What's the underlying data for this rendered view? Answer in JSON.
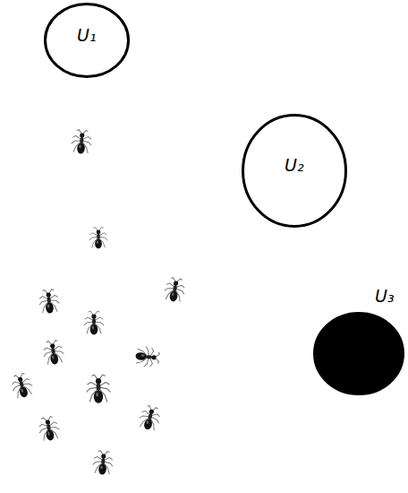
{
  "diagram": {
    "nodes": [
      {
        "text": [
          "U₁"
        ]
      },
      {
        "text": [
          "U₂"
        ]
      },
      {
        "text": [
          "U₃"
        ]
      }
    ]
  }
}
